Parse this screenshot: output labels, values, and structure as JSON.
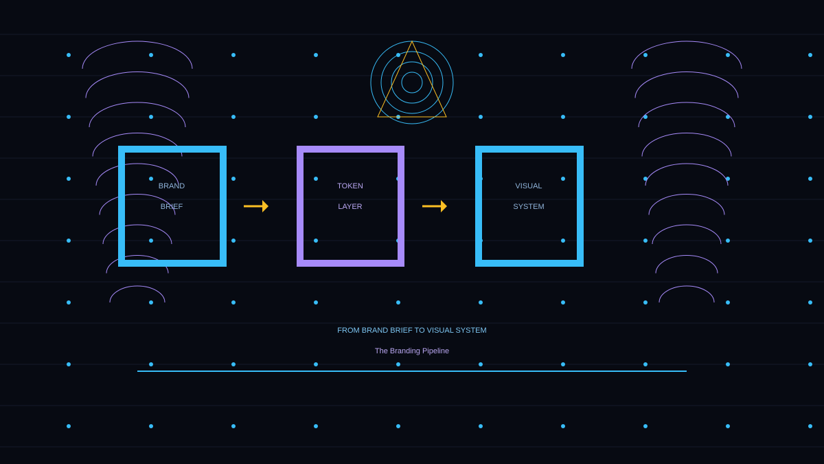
{
  "colors": {
    "background": "#070a12",
    "grid_line": "#141a2b",
    "dot": "#38bdf8",
    "primary": "#38bdf8",
    "secondary": "#a78bfa",
    "accent": "#fbbf24"
  },
  "pipeline": {
    "steps": [
      {
        "line1": "BRAND",
        "line2": "BRIEF",
        "color": "#38bdf8"
      },
      {
        "line1": "TOKEN",
        "line2": "LAYER",
        "color": "#a78bfa"
      },
      {
        "line1": "VISUAL",
        "line2": "SYSTEM",
        "color": "#38bdf8"
      }
    ],
    "connector_icon": "arrow-right-icon"
  },
  "decor": {
    "top_emblem": "concentric-circles-triangle-icon",
    "side_ornament": "stacked-arcs-icon"
  },
  "caption": {
    "subtitle": "FROM BRAND BRIEF TO VISUAL SYSTEM",
    "title": "The Branding Pipeline"
  }
}
